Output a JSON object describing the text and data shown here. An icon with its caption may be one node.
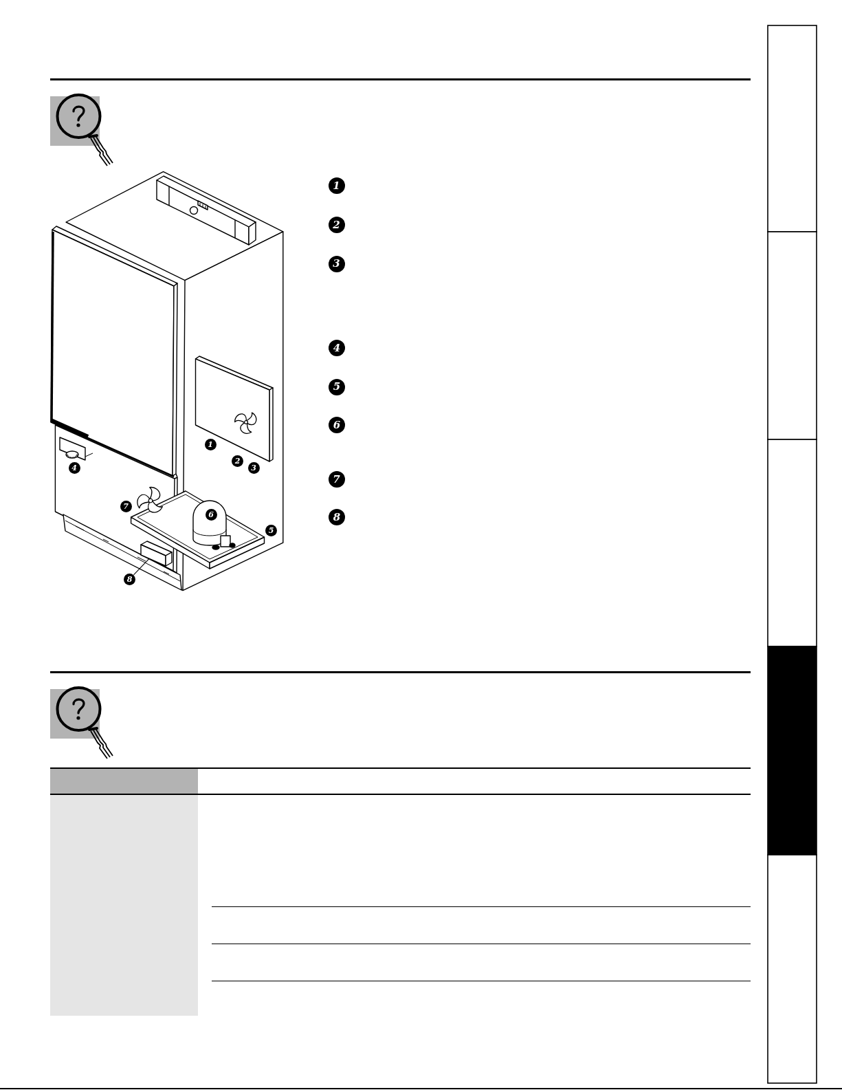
{
  "diagram": {
    "nodes": [
      {
        "text": [
          "1"
        ]
      },
      {
        "text": [
          "2"
        ]
      },
      {
        "text": [
          "4"
        ]
      },
      {
        "text": [
          "3"
        ]
      },
      {
        "text": [
          "7"
        ]
      },
      {
        "text": [
          "6"
        ]
      },
      {
        "text": [
          "5"
        ]
      },
      {
        "text": [],
        "shape": "box"
      },
      {
        "text": [
          "8"
        ]
      }
    ],
    "edges": [
      {
        "from": 8,
        "to": 7,
        "arrow": "none"
      }
    ],
    "labels": [
      "1",
      "2",
      "3",
      "4",
      "5",
      "6",
      "7",
      "8"
    ]
  }
}
